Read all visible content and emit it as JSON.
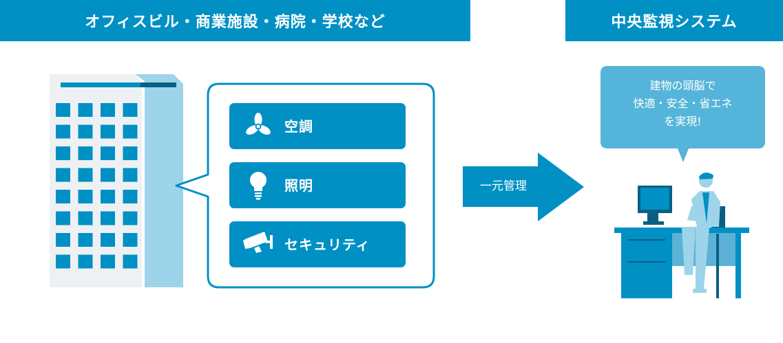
{
  "colors": {
    "primary": "#0090c4",
    "light": "#9dd4ea",
    "speech": "#55b4d9",
    "dark": "#0a5f82"
  },
  "header_left": "オフィスビル・商業施設・病院・学校など",
  "header_right": "中央監視システム",
  "services": [
    {
      "label": "空調",
      "icon": "fan-icon"
    },
    {
      "label": "照明",
      "icon": "light-bulb-icon"
    },
    {
      "label": "セキュリティ",
      "icon": "security-camera-icon"
    }
  ],
  "arrow_label": "一元管理",
  "speech": {
    "line1": "建物の頭脳で",
    "line2": "快適・安全・省エネ",
    "line3": "を実現!"
  }
}
